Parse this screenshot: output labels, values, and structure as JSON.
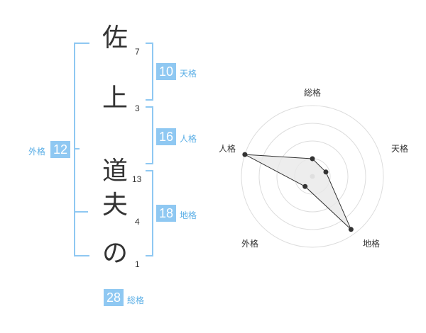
{
  "name": {
    "characters": [
      {
        "char": "佐",
        "strokes": "7"
      },
      {
        "char": "上",
        "strokes": "3"
      },
      {
        "char": "道",
        "strokes": "13"
      },
      {
        "char": "夫",
        "strokes": "4"
      },
      {
        "char": "の",
        "strokes": "1"
      }
    ]
  },
  "fortune": {
    "tenkaku": {
      "label": "天格",
      "value": "10"
    },
    "jinkaku": {
      "label": "人格",
      "value": "16"
    },
    "chikaku": {
      "label": "地格",
      "value": "18"
    },
    "gaikaku": {
      "label": "外格",
      "value": "12"
    },
    "soukaku": {
      "label": "総格",
      "value": "28"
    }
  },
  "chart_data": {
    "type": "radar",
    "axes": [
      "総格",
      "天格",
      "地格",
      "外格",
      "人格"
    ],
    "scale_max": 4,
    "rings": 4,
    "series": [
      {
        "values": [
          1.0,
          0.8,
          3.7,
          0.7,
          4.0
        ]
      }
    ],
    "colors": {
      "fill": "#e8e8e8",
      "line": "#333333",
      "point": "#333333",
      "grid": "#dddddd",
      "center": "#bbbbbb"
    }
  }
}
